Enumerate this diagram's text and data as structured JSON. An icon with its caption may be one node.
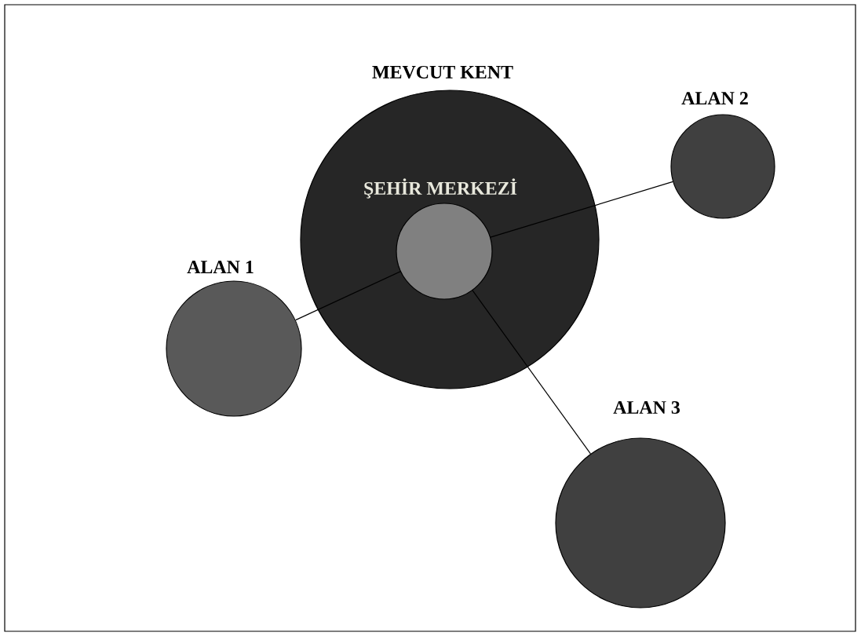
{
  "diagram": {
    "nodes": [
      {
        "text": [
          "MEVCUT KENT"
        ]
      },
      {
        "text": [
          "ŞEHİR MERKEZİ"
        ],
        "in": 0
      },
      {
        "text": [
          "ALAN 1"
        ]
      },
      {
        "text": [
          "ALAN 2"
        ]
      },
      {
        "text": [
          "ALAN 3"
        ]
      }
    ],
    "edges": [
      {
        "from": 1,
        "to": 2,
        "arrow": "none"
      },
      {
        "from": 1,
        "to": 3,
        "arrow": "none"
      },
      {
        "from": 1,
        "to": 4,
        "arrow": "none"
      }
    ]
  }
}
